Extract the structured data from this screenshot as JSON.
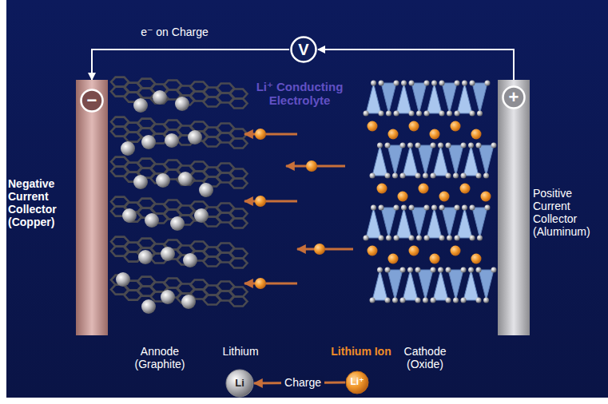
{
  "diagram": {
    "nodes": [
      {
        "text": [
          "V"
        ]
      },
      {
        "text": [
          "Negative Current Collector (Copper)"
        ]
      },
      {
        "text": [
          "−"
        ],
        "in": 1
      },
      {
        "text": [
          "Positive Current Collector (Aluminum)"
        ]
      },
      {
        "text": [
          "+"
        ],
        "in": 3
      },
      {
        "text": [
          "Li"
        ]
      },
      {
        "text": [
          "Li⁺"
        ]
      }
    ],
    "edges": [
      {
        "from": 3,
        "to": 0,
        "arrow": "to"
      },
      {
        "from": 0,
        "to": 1,
        "label": "e⁻ on Charge",
        "arrow": "to"
      },
      {
        "from": 6,
        "to": 5,
        "label": "Charge",
        "arrow": "to"
      }
    ],
    "labels": [
      "Li⁺ Conducting Electrolyte",
      "Annode (Graphite)",
      "Lithium",
      "Lithium Ion",
      "Cathode (Oxide)"
    ]
  }
}
